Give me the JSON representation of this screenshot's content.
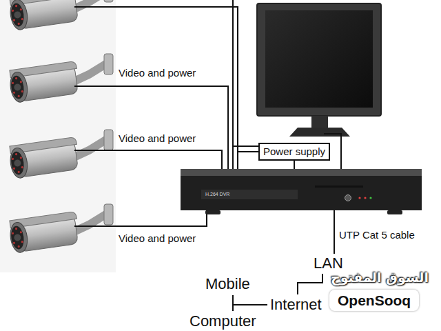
{
  "diagram": {
    "nodes": [
      {
        "text": [
          "Power supply"
        ]
      },
      {
        "text": [
          "H.264 DVR"
        ]
      }
    ],
    "edges": [
      {
        "from": 0,
        "to": 1,
        "arrow": "none"
      }
    ],
    "labels": [
      "Video and power",
      "Video and power",
      "Video and power",
      "UTP Cat 5 cable",
      "LAN",
      "Mobile",
      "Internet",
      "Computer",
      "السوق المفتوح",
      "OpenSooq"
    ]
  }
}
